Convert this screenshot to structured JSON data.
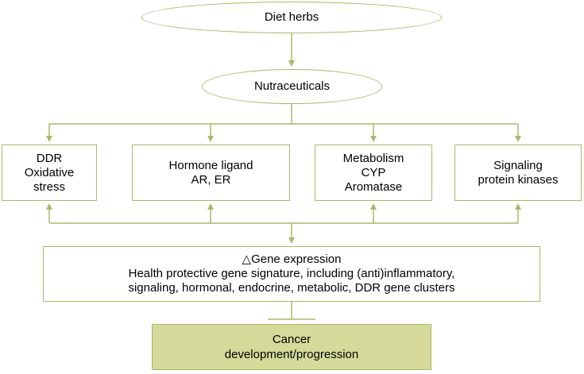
{
  "diet_herbs": "Diet herbs",
  "nutraceuticals": "Nutraceuticals",
  "targets": {
    "ddr": [
      "DDR",
      "Oxidative",
      "stress"
    ],
    "hormone": [
      "Hormone ligand",
      "AR, ER"
    ],
    "metabolism": [
      "Metabolism",
      "CYP",
      "Aromatase"
    ],
    "signaling": [
      "Signaling",
      "protein kinases"
    ]
  },
  "gene_expression": [
    "△Gene expression",
    "Health protective gene signature, including (anti)inflammatory,",
    "signaling, hormonal, endocrine, metabolic, DDR gene clusters"
  ],
  "cancer": [
    "Cancer",
    "development/progression"
  ],
  "colors": {
    "line": "#a9b86a",
    "outcome_fill": "#d5da9b"
  }
}
